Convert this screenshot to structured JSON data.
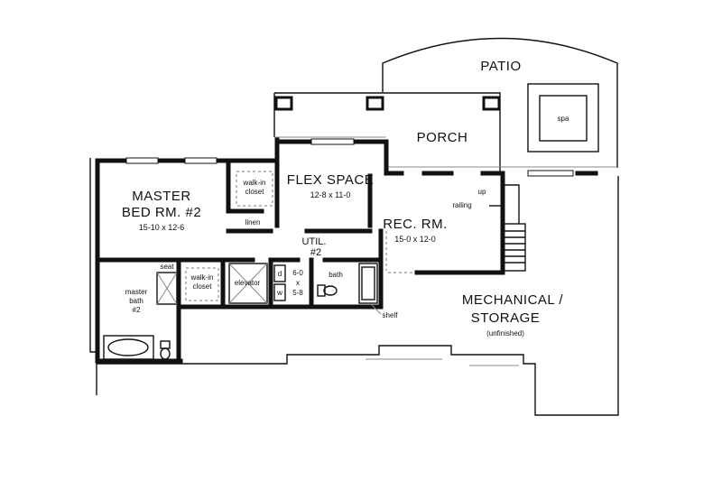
{
  "plan": {
    "rooms": {
      "patio": "PATIO",
      "spa": "spa",
      "porch": "PORCH",
      "master_line1": "MASTER",
      "master_line2": "BED RM. #2",
      "master_dims": "15-10 x 12-6",
      "closet1_line1": "walk-in",
      "closet1_line2": "closet",
      "flex_name": "FLEX SPACE",
      "flex_dims": "12-8 x 11-0",
      "linen": "linen",
      "util_line1": "UTIL.",
      "util_line2": "#2",
      "util_dims1": "6-0",
      "util_dims_x": "x",
      "util_dims2": "5-8",
      "dryer": "d",
      "washer": "w",
      "rec_name": "REC. RM.",
      "rec_dims": "15-0 x 12-0",
      "up": "up",
      "railing": "railing",
      "seat": "seat",
      "mbath_line1": "master",
      "mbath_line2": "bath",
      "mbath_line3": "#2",
      "closet2_line1": "walk-in",
      "closet2_line2": "closet",
      "elevator": "elevator",
      "bath": "bath",
      "shelf": "shelf",
      "mech_line1": "MECHANICAL /",
      "mech_line2": "STORAGE",
      "mech_note": "(unfinished)"
    }
  }
}
